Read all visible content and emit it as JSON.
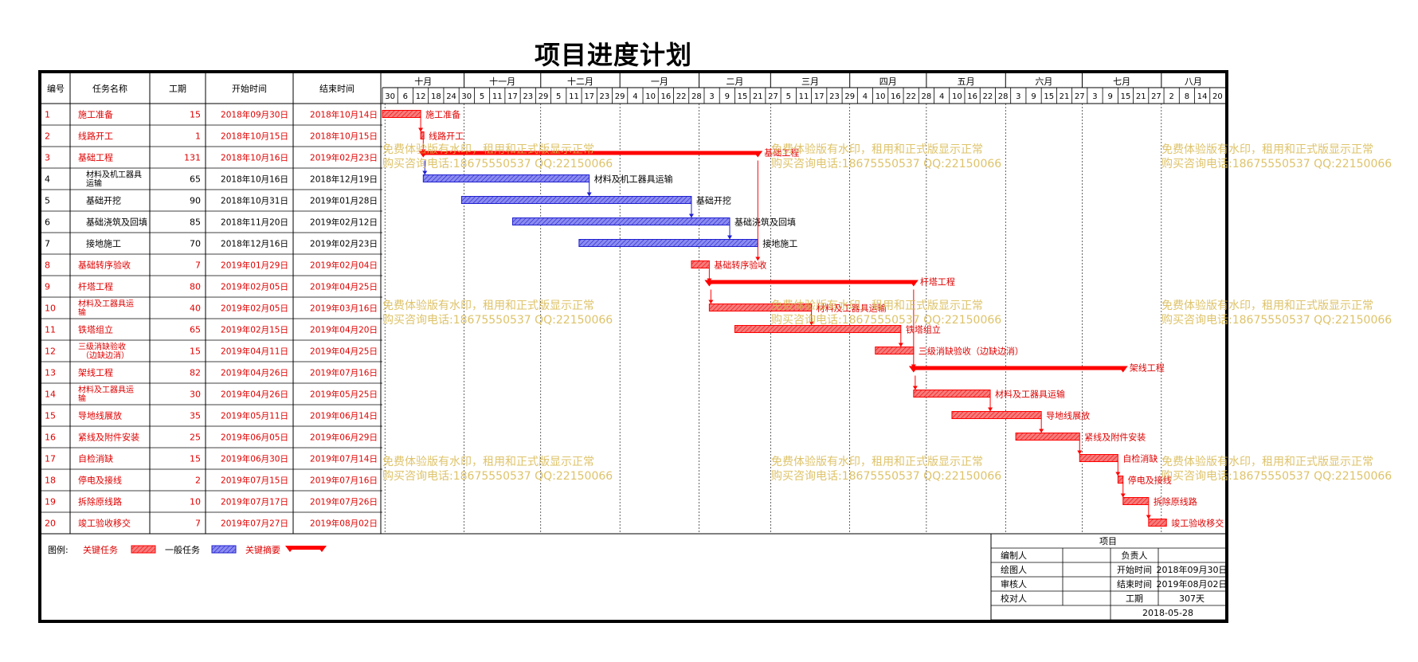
{
  "title": "项目进度计划",
  "columns": [
    "编号",
    "任务名称",
    "工期",
    "开始时间",
    "结束时间"
  ],
  "timeline": {
    "months": [
      "十月",
      "十一月",
      "十二月",
      "一月",
      "二月",
      "三月",
      "四月",
      "五月",
      "六月",
      "七月",
      "八月"
    ],
    "day_ticks": [
      "30",
      "6",
      "12",
      "18",
      "24",
      "30",
      "5",
      "11",
      "17",
      "23",
      "29",
      "5",
      "11",
      "17",
      "23",
      "29",
      "4",
      "10",
      "16",
      "22",
      "28",
      "3",
      "9",
      "15",
      "21",
      "27",
      "5",
      "11",
      "17",
      "23",
      "29",
      "4",
      "10",
      "16",
      "22",
      "28",
      "4",
      "10",
      "16",
      "22",
      "28",
      "3",
      "9",
      "15",
      "21",
      "27",
      "3",
      "9",
      "15",
      "21",
      "27",
      "2",
      "8",
      "14",
      "20"
    ]
  },
  "tasks": [
    {
      "id": "1",
      "name": "施工准备",
      "duration": "15",
      "start": "2018年09月30日",
      "end": "2018年10月14日",
      "type": "critical_task",
      "bar_label": "施工准备"
    },
    {
      "id": "2",
      "name": "线路开工",
      "duration": "1",
      "start": "2018年10月15日",
      "end": "2018年10月15日",
      "type": "critical_task",
      "bar_label": "线路开工"
    },
    {
      "id": "3",
      "name": "基础工程",
      "duration": "131",
      "start": "2018年10月16日",
      "end": "2019年02月23日",
      "type": "critical_summary",
      "bar_label": "基础工程"
    },
    {
      "id": "4",
      "name": "材料及机工器具运输",
      "duration": "65",
      "start": "2018年10月16日",
      "end": "2018年12月19日",
      "type": "normal_task",
      "bar_label": "材料及机工器具运输"
    },
    {
      "id": "5",
      "name": "基础开挖",
      "duration": "90",
      "start": "2018年10月31日",
      "end": "2019年01月28日",
      "type": "normal_task",
      "bar_label": "基础开挖"
    },
    {
      "id": "6",
      "name": "基础浇筑及回填",
      "duration": "85",
      "start": "2018年11月20日",
      "end": "2019年02月12日",
      "type": "normal_task",
      "bar_label": "基础浇筑及回填"
    },
    {
      "id": "7",
      "name": "接地施工",
      "duration": "70",
      "start": "2018年12月16日",
      "end": "2019年02月23日",
      "type": "normal_task",
      "bar_label": "接地施工"
    },
    {
      "id": "8",
      "name": "基础转序验收",
      "duration": "7",
      "start": "2019年01月29日",
      "end": "2019年02月04日",
      "type": "critical_task",
      "bar_label": "基础转序验收"
    },
    {
      "id": "9",
      "name": "杆塔工程",
      "duration": "80",
      "start": "2019年02月05日",
      "end": "2019年04月25日",
      "type": "critical_summary",
      "bar_label": "杆塔工程"
    },
    {
      "id": "10",
      "name": "材料及工器具运输",
      "duration": "40",
      "start": "2019年02月05日",
      "end": "2019年03月16日",
      "type": "critical_task",
      "bar_label": "材料及工器具运输"
    },
    {
      "id": "11",
      "name": "铁塔组立",
      "duration": "65",
      "start": "2019年02月15日",
      "end": "2019年04月20日",
      "type": "critical_task",
      "bar_label": "铁塔组立"
    },
    {
      "id": "12",
      "name": "三级消缺验收（边缺边消）",
      "duration": "15",
      "start": "2019年04月11日",
      "end": "2019年04月25日",
      "type": "critical_task",
      "bar_label": "三级消缺验收（边缺边消）"
    },
    {
      "id": "13",
      "name": "架线工程",
      "duration": "82",
      "start": "2019年04月26日",
      "end": "2019年07月16日",
      "type": "critical_summary",
      "bar_label": "架线工程"
    },
    {
      "id": "14",
      "name": "材料及工器具运输",
      "duration": "30",
      "start": "2019年04月26日",
      "end": "2019年05月25日",
      "type": "critical_task",
      "bar_label": "材料及工器具运输"
    },
    {
      "id": "15",
      "name": "导地线展放",
      "duration": "35",
      "start": "2019年05月11日",
      "end": "2019年06月14日",
      "type": "critical_task",
      "bar_label": "导地线展放"
    },
    {
      "id": "16",
      "name": "紧线及附件安装",
      "duration": "25",
      "start": "2019年06月05日",
      "end": "2019年06月29日",
      "type": "critical_task",
      "bar_label": "紧线及附件安装"
    },
    {
      "id": "17",
      "name": "自检消缺",
      "duration": "15",
      "start": "2019年06月30日",
      "end": "2019年07月14日",
      "type": "critical_task",
      "bar_label": "自检消缺"
    },
    {
      "id": "18",
      "name": "停电及接线",
      "duration": "2",
      "start": "2019年07月15日",
      "end": "2019年07月16日",
      "type": "critical_task",
      "bar_label": "停电及接线"
    },
    {
      "id": "19",
      "name": "拆除原线路",
      "duration": "10",
      "start": "2019年07月17日",
      "end": "2019年07月26日",
      "type": "critical_task",
      "bar_label": "拆除原线路"
    },
    {
      "id": "20",
      "name": "竣工验收移交",
      "duration": "7",
      "start": "2019年07月27日",
      "end": "2019年08月02日",
      "type": "critical_task",
      "bar_label": "竣工验收移交"
    }
  ],
  "legend": {
    "prefix": "图例:",
    "critical_task": "关键任务",
    "normal_task": "一般任务",
    "critical_summary": "关键摘要"
  },
  "info_box": {
    "header": "项目",
    "rows": [
      [
        "编制人",
        "负责人",
        ""
      ],
      [
        "绘图人",
        "开始时间",
        "2018年09月30日"
      ],
      [
        "审核人",
        "结束时间",
        "2019年08月02日"
      ],
      [
        "校对人",
        "工期",
        "307天"
      ]
    ],
    "date": "2018-05-28"
  },
  "watermark": {
    "line1": "免费体验版有水印，租用和正式版显示正常",
    "line2": "购买咨询电话:18675550537 QQ:22150066"
  },
  "colors": {
    "critical": "#ff0000",
    "critical_fill": "#f47c7c",
    "normal": "#2020d0",
    "normal_fill": "#8c8cf0",
    "text_red": "#e00000",
    "watermark": "#d8b850"
  },
  "chart_data": {
    "type": "gantt",
    "title": "项目进度计划",
    "x_axis": {
      "start": "2018-09-30",
      "end": "2019-08-25",
      "unit": "date"
    },
    "series": [
      {
        "name": "关键任务",
        "tasks": [
          1,
          2,
          8,
          10,
          11,
          12,
          14,
          15,
          16,
          17,
          18,
          19,
          20
        ]
      },
      {
        "name": "一般任务",
        "tasks": [
          4,
          5,
          6,
          7
        ]
      },
      {
        "name": "关键摘要",
        "tasks": [
          3,
          9,
          13
        ]
      }
    ],
    "dependencies": [
      [
        1,
        2
      ],
      [
        2,
        3
      ],
      [
        3,
        4
      ],
      [
        4,
        5
      ],
      [
        5,
        6
      ],
      [
        6,
        7
      ],
      [
        3,
        8
      ],
      [
        8,
        9
      ],
      [
        9,
        10
      ],
      [
        10,
        11
      ],
      [
        11,
        12
      ],
      [
        9,
        13
      ],
      [
        13,
        14
      ],
      [
        14,
        15
      ],
      [
        15,
        16
      ],
      [
        16,
        17
      ],
      [
        17,
        18
      ],
      [
        18,
        19
      ],
      [
        19,
        20
      ]
    ]
  }
}
